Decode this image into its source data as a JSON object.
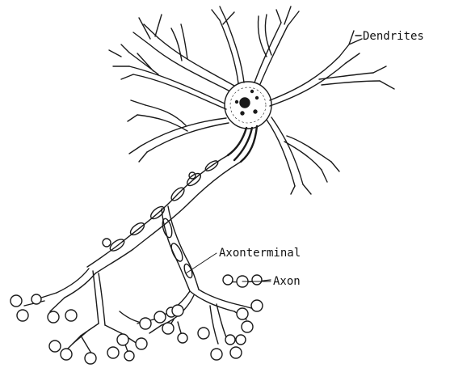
{
  "labels": {
    "dendrites": "Dendrites",
    "axon_terminal": "Axonterminal",
    "axon": "Axon"
  },
  "colors": {
    "stroke": "#1a1a1a",
    "background": "#ffffff"
  }
}
